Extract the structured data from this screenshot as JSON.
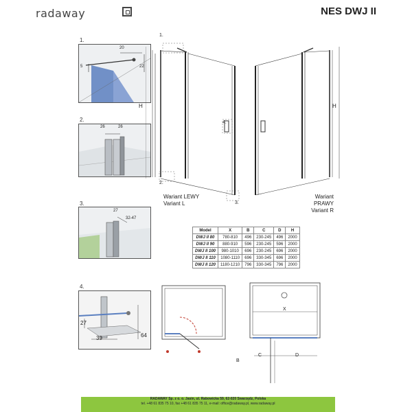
{
  "header": {
    "brand": "radaway",
    "model_title": "NES DWJ II"
  },
  "steps": {
    "s1": "1.",
    "s2": "2.",
    "s3": "3.",
    "s4": "4."
  },
  "detail1": {
    "dim_20": "20",
    "dim_5": "5",
    "dim_22": "22"
  },
  "detail2": {
    "dim_26a": "26",
    "dim_26b": "26"
  },
  "detail3": {
    "dim_27": "27",
    "dim_range": "32-47"
  },
  "detail4": {
    "dim_27": "27",
    "dim_39": "39",
    "dim_64": "64"
  },
  "front_view": {
    "h_label_left": "H",
    "h_label_right": "H",
    "callout_1": "1.",
    "callout_2": "2.",
    "callout_3": "3.",
    "callout_4": "4."
  },
  "variants": {
    "left_line1": "Wariant LEWY",
    "left_line2": "Variant L",
    "right_line1": "Wariant PRAWY",
    "right_line2": "Variant R"
  },
  "spec_table": {
    "headers": [
      "Model",
      "X",
      "B",
      "C",
      "D",
      "H"
    ],
    "rows": [
      [
        "DWJ II 80",
        "780-810",
        "496",
        "230-245",
        "496",
        "2000"
      ],
      [
        "DWJ II 90",
        "880-910",
        "596",
        "230-245",
        "596",
        "2000"
      ],
      [
        "DWJ II 100",
        "980-1010",
        "696",
        "230-245",
        "696",
        "2000"
      ],
      [
        "DWJ II 110",
        "1080-1110",
        "696",
        "330-345",
        "696",
        "2000"
      ],
      [
        "DWJ II 120",
        "1180-1210",
        "796",
        "330-345",
        "796",
        "2000"
      ]
    ]
  },
  "plan_view": {
    "x": "X",
    "c": "C",
    "d": "D",
    "b": "B"
  },
  "footer": {
    "line1": "RADAWAY Sp. z o. o. Jasin, ul. Rabowicka 59, 62-020 Swarzędz, Polska",
    "line2": "tel. +48 61 835 75 10, fax +48 61 835 75 11, e-mail: office@radaway.pl, www.radaway.pl"
  },
  "colors": {
    "footer_bg": "#8dc63f",
    "glass": "#5a7fc0"
  }
}
